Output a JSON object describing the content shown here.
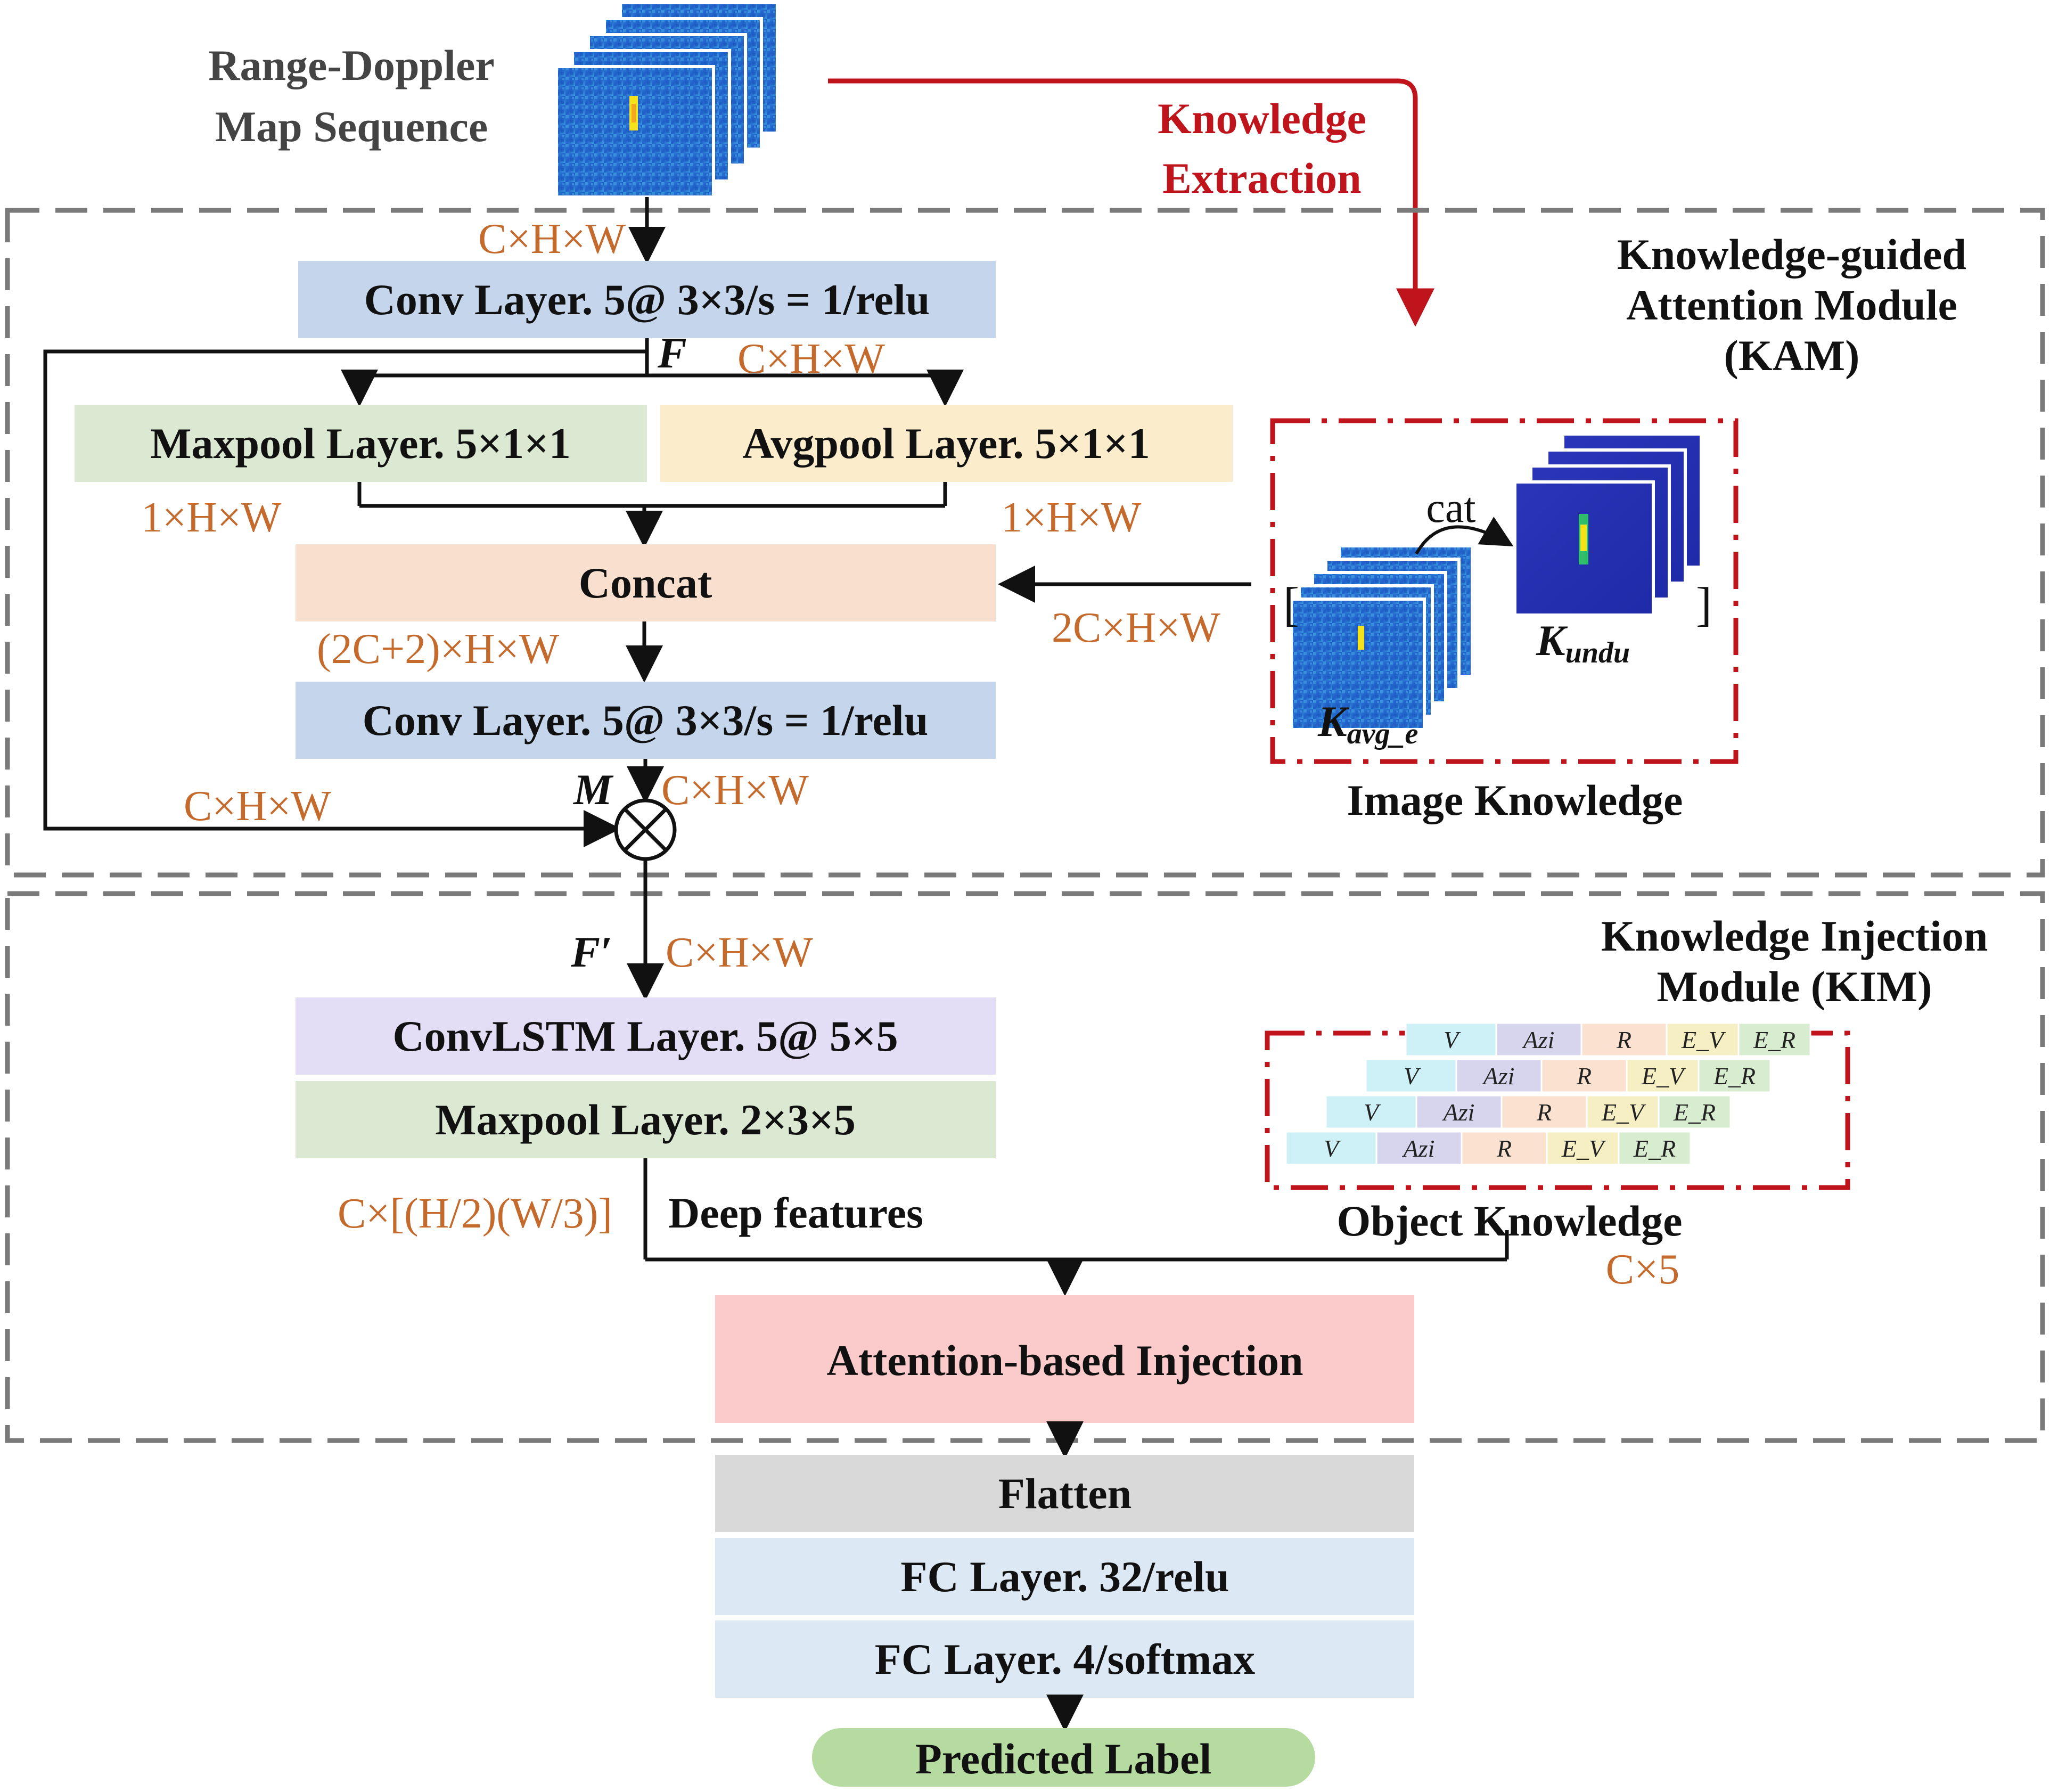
{
  "colors": {
    "text": "#111111",
    "dim_label": "#c46a2c",
    "accent_red": "#c0141c",
    "dashed_border": "#7a7a7a",
    "conv": "#c5d6ec",
    "maxpool": "#dce9d2",
    "avgpool": "#fbeccb",
    "concat": "#f9dfcd",
    "convlstm": "#e3ddf5",
    "attention": "#fbcbcb",
    "flatten": "#d9d9d9",
    "fc": "#dde8f5",
    "predicted": "#b6dba0"
  },
  "input": {
    "title_line1": "Range-Doppler",
    "title_line2": "Map Sequence"
  },
  "knowledge_extraction": {
    "line1": "Knowledge",
    "line2": "Extraction"
  },
  "kam": {
    "title_line1": "Knowledge-guided",
    "title_line2": "Attention Module",
    "title_line3": "(KAM)",
    "conv1": "Conv Layer. 5@ 3×3/s = 1/relu",
    "maxpool": "Maxpool Layer.  5×1×1",
    "avgpool": "Avgpool Layer.  5×1×1",
    "concat": "Concat",
    "conv2": "Conv Layer. 5@ 3×3/s = 1/relu",
    "f_label": "F",
    "m_label": "M",
    "image_knowledge": "Image Knowledge",
    "cat_label": "cat",
    "k_avg_main": "K",
    "k_avg_sub": "avg_e",
    "k_undu_main": "K",
    "k_undu_sub": "undu"
  },
  "dims": {
    "input": "C×H×W",
    "after_conv1": "C×H×W",
    "maxpool_out": "1×H×W",
    "avgpool_out": "1×H×W",
    "concat_out": "(2C+2)×H×W",
    "knowledge_in": "2C×H×W",
    "skip": "C×H×W",
    "m_out": "C×H×W",
    "f_prime": "C×H×W",
    "deep": "C×[(H/2)(W/3)]",
    "object": "C×5"
  },
  "kim": {
    "title_line1": "Knowledge Injection",
    "title_line2": "Module (KIM)",
    "f_prime_label": "F′",
    "convlstm": "ConvLSTM Layer. 5@ 5×5",
    "maxpool": "Maxpool Layer.  2×3×5",
    "deep_features": "Deep features",
    "object_knowledge": "Object Knowledge",
    "attention": "Attention-based Injection",
    "obj_fields": [
      "V",
      "Azi",
      "R",
      "E_V",
      "E_R"
    ]
  },
  "output": {
    "flatten": "Flatten",
    "fc1": "FC Layer.  32/relu",
    "fc2": "FC Layer.  4/softmax",
    "predicted": "Predicted Label"
  }
}
